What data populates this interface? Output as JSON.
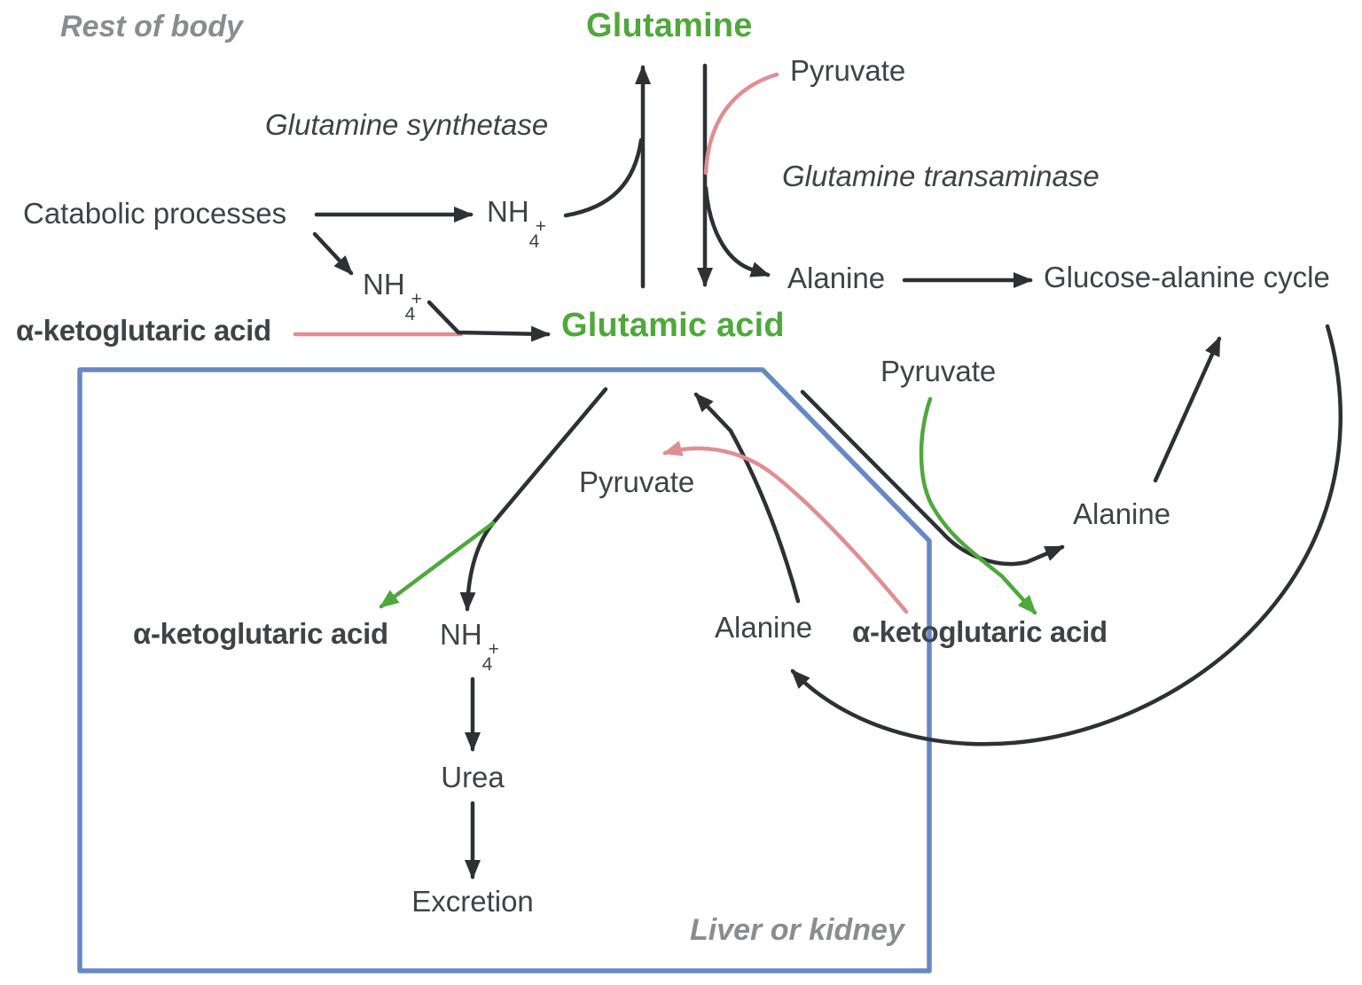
{
  "regions": {
    "rest_of_body": "Rest of body",
    "liver_or_kidney": "Liver or kidney"
  },
  "enzymes": {
    "glutamine_synthetase": "Glutamine synthetase",
    "glutamine_transaminase": "Glutamine transaminase"
  },
  "metabolites": {
    "glutamine": "Glutamine",
    "glutamic_acid": "Glutamic acid",
    "catabolic_processes": "Catabolic processes",
    "pyruvate": "Pyruvate",
    "alanine": "Alanine",
    "glucose_alanine_cycle": "Glucose-alanine cycle",
    "alpha_ketoglutaric_acid": "α-ketoglutaric acid",
    "urea": "Urea",
    "excretion": "Excretion",
    "nh4": {
      "base": "NH",
      "sub": "4",
      "sup": "+"
    }
  },
  "colors": {
    "green": "#4FA83C",
    "pink": "#E08E93",
    "blue": "#6689C4",
    "line": "#2D3136",
    "text": "#3F4347",
    "muted": "#8A8C8E"
  }
}
